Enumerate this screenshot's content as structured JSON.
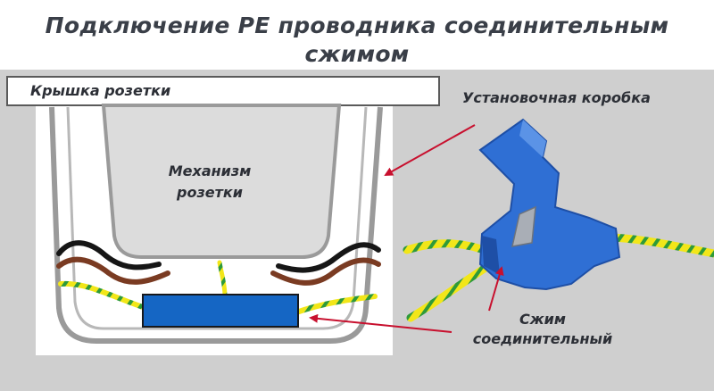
{
  "title": {
    "line1": "Подключение PE проводника соединительным",
    "line2": "сжимом"
  },
  "labels": {
    "cover": "Крышка розетки",
    "mechanism_line1": "Механизм",
    "mechanism_line2": "розетки",
    "box": "Установочная коробка",
    "clamp_line1": "Сжим",
    "clamp_line2": "соединительный"
  },
  "colors": {
    "background": "#cfcfcf",
    "cover": "#ffffff",
    "box_wall": "#9a9a9a",
    "mechanism": "#dcdcdc",
    "connector_fill": "#1566c4",
    "clamp_blue": "#2f6fd4",
    "arrow": "#c8102e",
    "wire_black": "#161616",
    "wire_brown": "#7a3b22",
    "wire_yellow": "#f2e619",
    "wire_green": "#2e9a3a",
    "title_text": "#3a3f48"
  }
}
